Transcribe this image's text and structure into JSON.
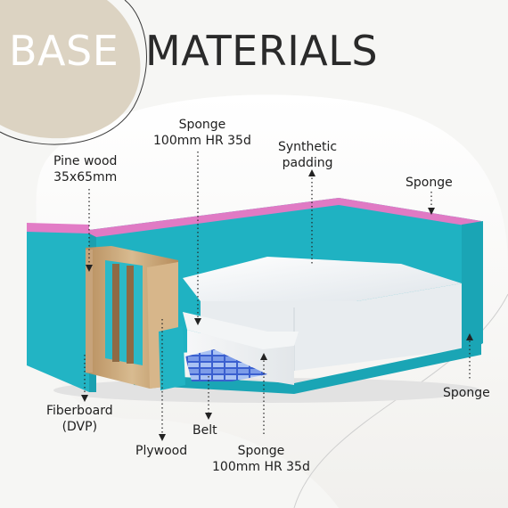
{
  "title": {
    "word1": "BASE",
    "word2": "MATERIALS"
  },
  "labels": {
    "sponge_top": {
      "line1": "Sponge",
      "line2": "100mm HR 35d"
    },
    "synthetic_padding": {
      "line1": "Synthetic",
      "line2": "padding"
    },
    "pine_wood": {
      "line1": "Pine wood",
      "line2": "35x65mm"
    },
    "sponge_right_top": "Sponge",
    "sponge_right_bottom": "Sponge",
    "fiberboard": {
      "line1": "Fiberboard",
      "line2": "(DVP)"
    },
    "belt": "Belt",
    "plywood": "Plywood",
    "sponge_bottom": {
      "line1": "Sponge",
      "line2": "100mm HR 35d"
    }
  },
  "colors": {
    "accent_sand": "#dcd3c2",
    "sponge_cyan": "#22b4c4",
    "sponge_pink": "#e27cc6",
    "wood": "#c9a87c",
    "padding_white": "#eef2f5",
    "belt_blue": "#4a6fd8"
  }
}
